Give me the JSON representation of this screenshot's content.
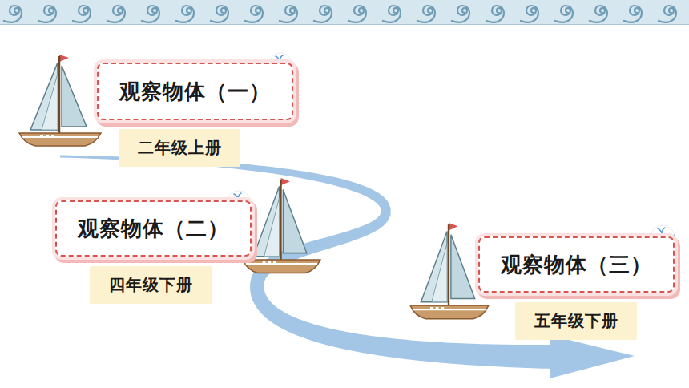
{
  "diagram": {
    "nodes": [
      {
        "text": [
          "观察物体（一）"
        ]
      },
      {
        "text": [
          "二年级上册"
        ]
      },
      {
        "text": [
          "观察物体（二）"
        ]
      },
      {
        "text": [
          "四年级下册"
        ]
      },
      {
        "text": [
          "观察物体（三）"
        ]
      },
      {
        "text": [
          "五年级下册"
        ]
      }
    ]
  }
}
